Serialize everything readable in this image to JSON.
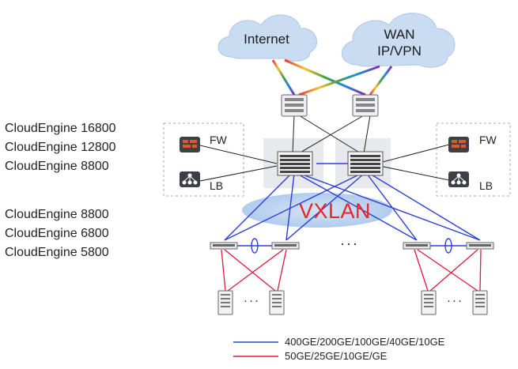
{
  "clouds": {
    "internet": "Internet",
    "wan_line1": "WAN",
    "wan_line2": "IP/VPN"
  },
  "core_series": [
    "CloudEngine 16800",
    "CloudEngine 12800",
    "CloudEngine 8800"
  ],
  "leaf_series": [
    "CloudEngine 8800",
    "CloudEngine 6800",
    "CloudEngine 5800"
  ],
  "services": {
    "fw": "FW",
    "lb": "LB"
  },
  "overlay_label": "VXLAN",
  "ellipsis": "···",
  "server_ellipsis": "···",
  "legend": [
    {
      "label": "400GE/200GE/100GE/40GE/10GE",
      "color": "#2b3fd6"
    },
    {
      "label": "50GE/25GE/10GE/GE",
      "color": "#e0193a"
    }
  ],
  "colors": {
    "cloud": "#c9dcf2",
    "vxlan": "#b8d2f0",
    "blue_link": "#2b3fd6",
    "red_link": "#e0193a",
    "fw_accent": "#e0572a"
  }
}
